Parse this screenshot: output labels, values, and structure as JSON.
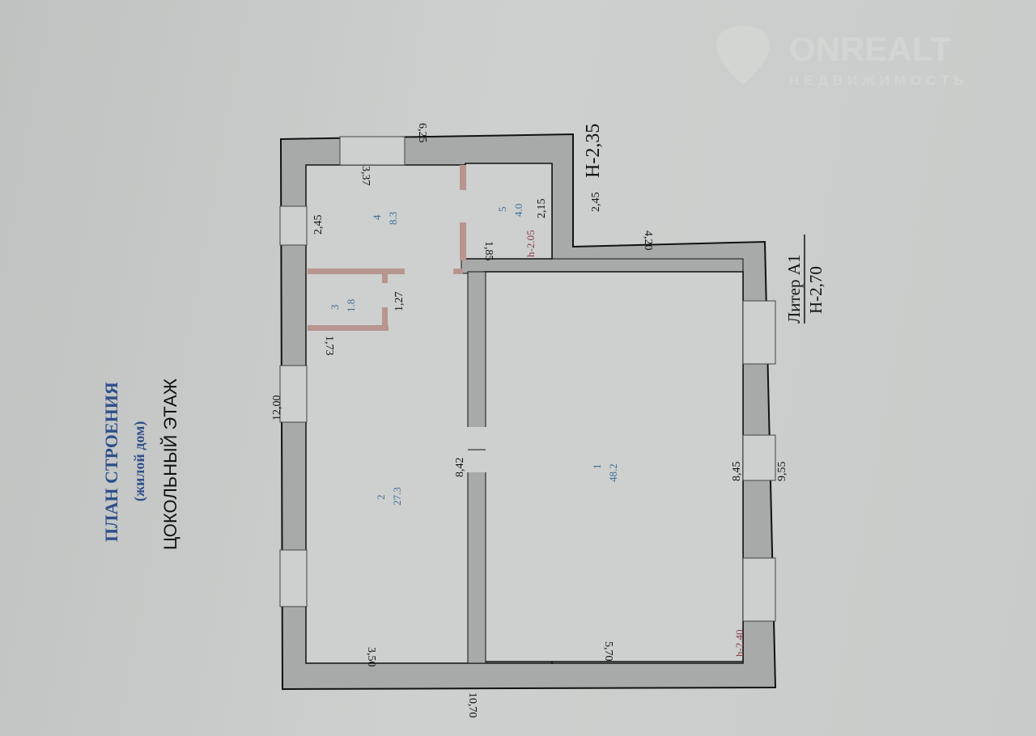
{
  "watermark": {
    "brand": "ONREALT",
    "subtitle": "НЕДВИЖИМОСТЬ"
  },
  "title": {
    "line1": "ПЛАН  СТРОЕНИЯ",
    "line2": "(жилой дом)",
    "line3": "ЦОКОЛЬНЫЙ  ЭТАЖ"
  },
  "litera": {
    "name": "Литер А1",
    "height": "Н-2,70"
  },
  "annex_height": "Н-2,35",
  "rooms": [
    {
      "num": "1",
      "area": "48.2"
    },
    {
      "num": "2",
      "area": "27.3"
    },
    {
      "num": "3",
      "area": "1.8"
    },
    {
      "num": "4",
      "area": "8.3"
    },
    {
      "num": "5",
      "area": "4.0"
    }
  ],
  "ceiling_heights": {
    "room5": "h-2.05",
    "room1": "h-2.40"
  },
  "dims": {
    "top": "6,25",
    "r4_top": "3,37",
    "r4_side": "2,45",
    "annex_side": "2,45",
    "r5_side": "2,15",
    "r5_bottom": "1,85",
    "annex_step": "4,20",
    "r3_side": "1,27",
    "r3_bottom": "1,73",
    "left_total": "12,00",
    "mid": "8,42",
    "right_inner": "8,45",
    "right_total": "9,55",
    "r2_bottom": "3,50",
    "r1_bottom": "5,70",
    "bottom_total": "10,70"
  }
}
